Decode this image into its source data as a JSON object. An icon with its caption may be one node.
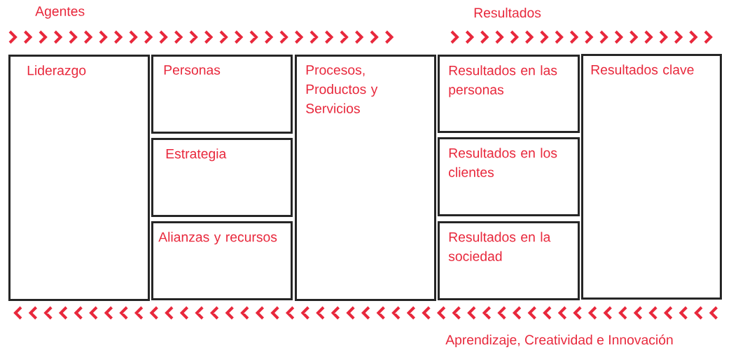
{
  "diagram": {
    "nodes": [
      {
        "text": [
          "Liderazgo"
        ]
      },
      {
        "text": [
          "Personas"
        ]
      },
      {
        "text": [
          "Estrategia"
        ]
      },
      {
        "text": [
          "Alianzas y recursos"
        ]
      },
      {
        "text": [
          "Procesos, Productos y Servicios"
        ]
      },
      {
        "text": [
          "Resultados en las personas"
        ]
      },
      {
        "text": [
          "Resultados en los clientes"
        ]
      },
      {
        "text": [
          "Resultados en la sociedad"
        ]
      },
      {
        "text": [
          "Resultados clave"
        ]
      }
    ],
    "labels": [
      "Agentes",
      "Resultados",
      "Aprendizaje, Creatividad e Innovación"
    ]
  }
}
